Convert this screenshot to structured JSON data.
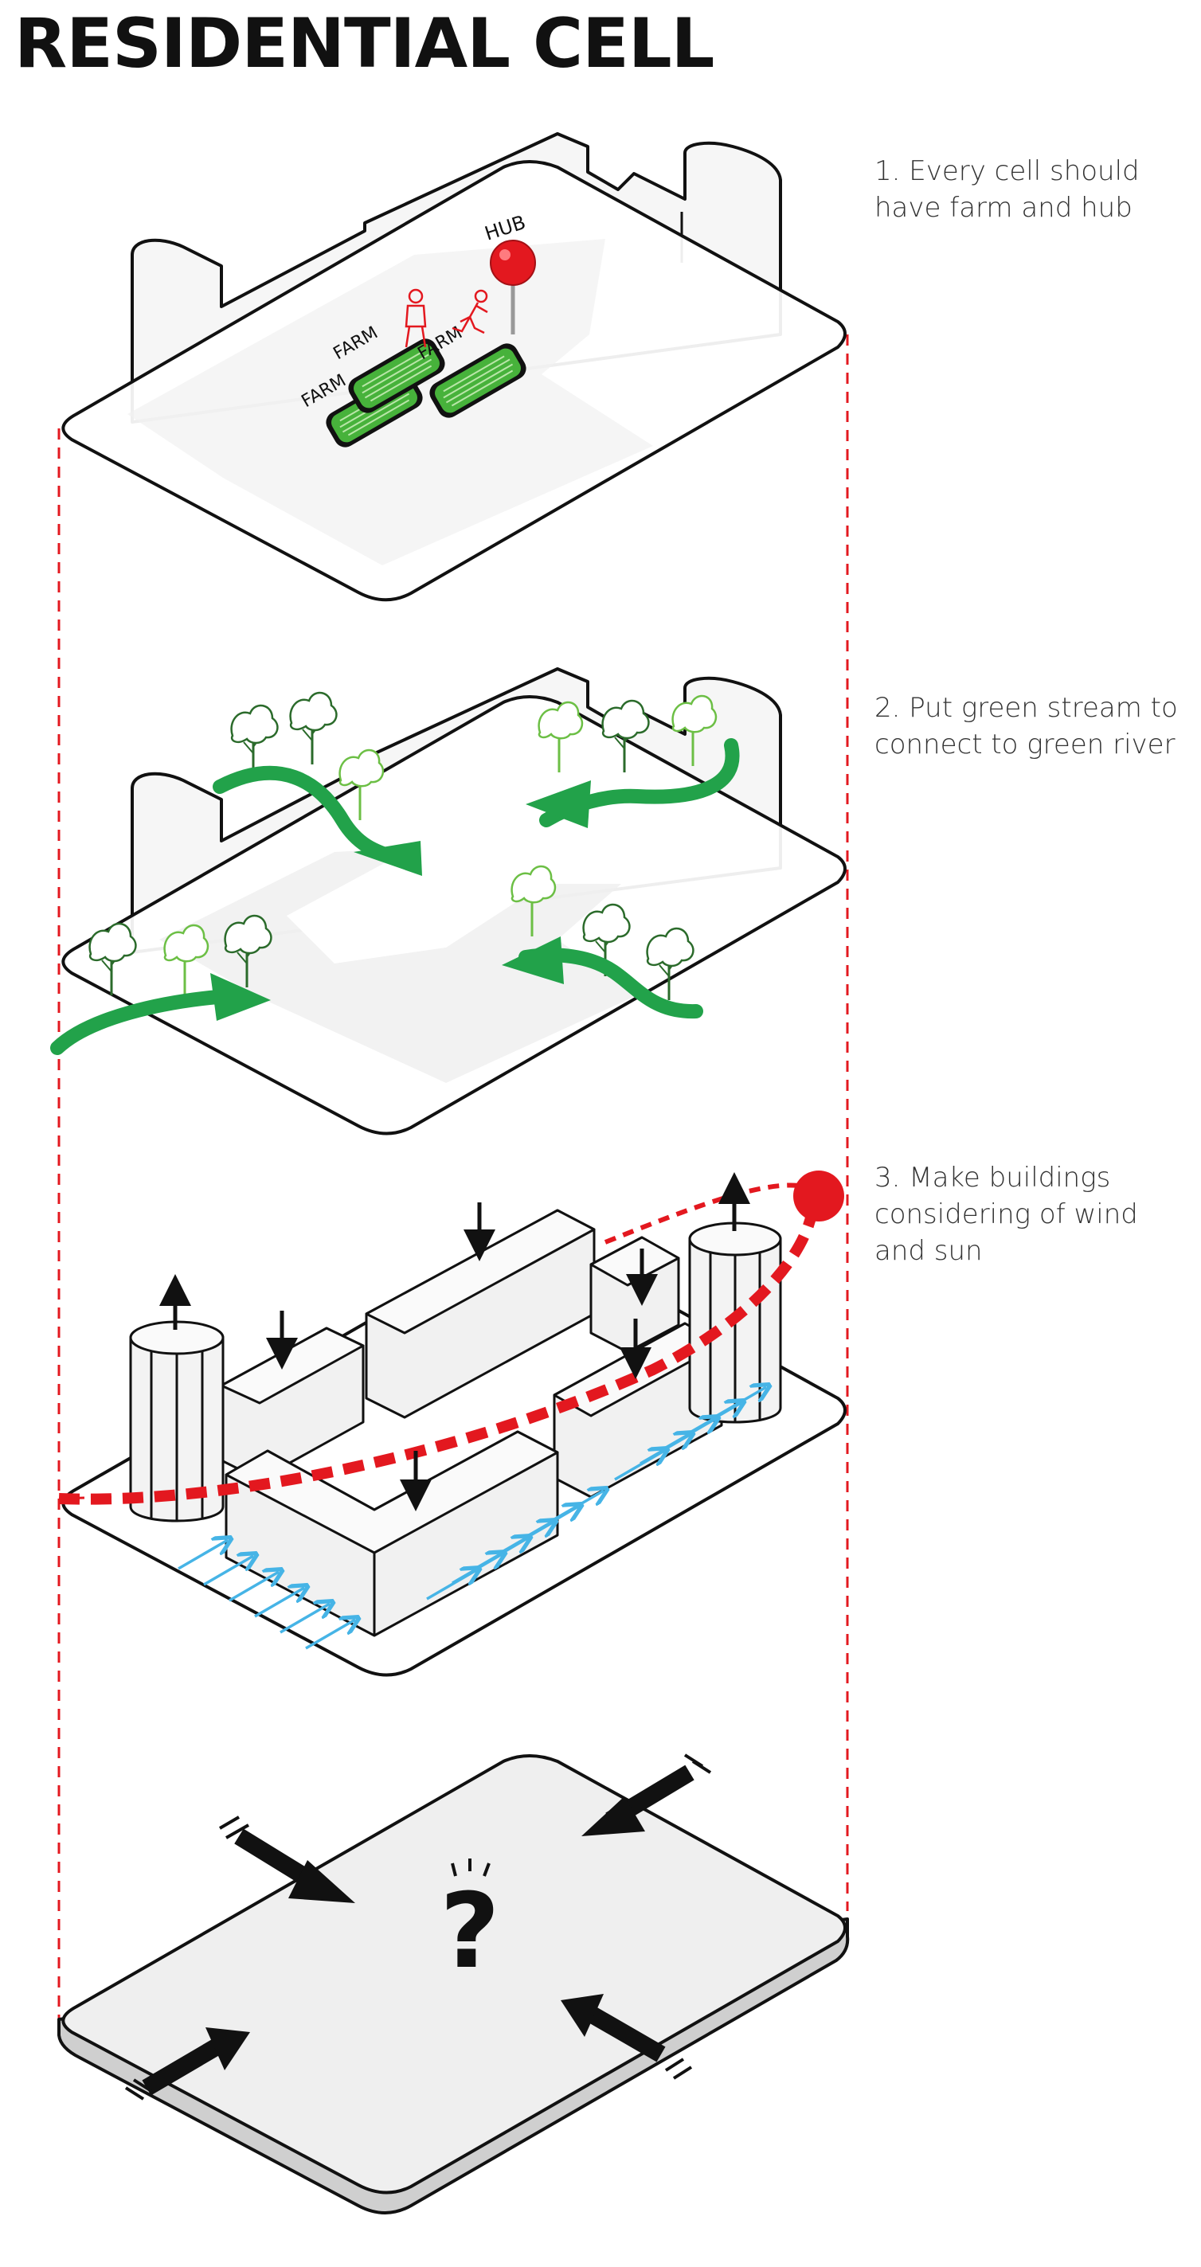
{
  "title": "RESIDENTIAL CELL",
  "steps": [
    {
      "lines": [
        "1. Every cell should",
        "have farm and hub"
      ]
    },
    {
      "lines": [
        "2. Put green stream to",
        "connect to green river"
      ]
    },
    {
      "lines": [
        "3. Make buildings",
        "considering of wind",
        "and sun"
      ]
    }
  ],
  "labels": {
    "hub": "HUB",
    "farm": "FARM",
    "question": "?"
  },
  "colors": {
    "red": "#e3181f",
    "green": "#22a24a",
    "farm_green": "#47b23b",
    "wind": "#46b4e6",
    "slab": "#ffffff",
    "ground": "#efefef",
    "building": "#f4f4f4"
  },
  "icons": [
    "hub-pin-icon",
    "person-icon",
    "runner-icon",
    "tree-icon",
    "arrow-icon",
    "sun-icon",
    "question-icon"
  ]
}
